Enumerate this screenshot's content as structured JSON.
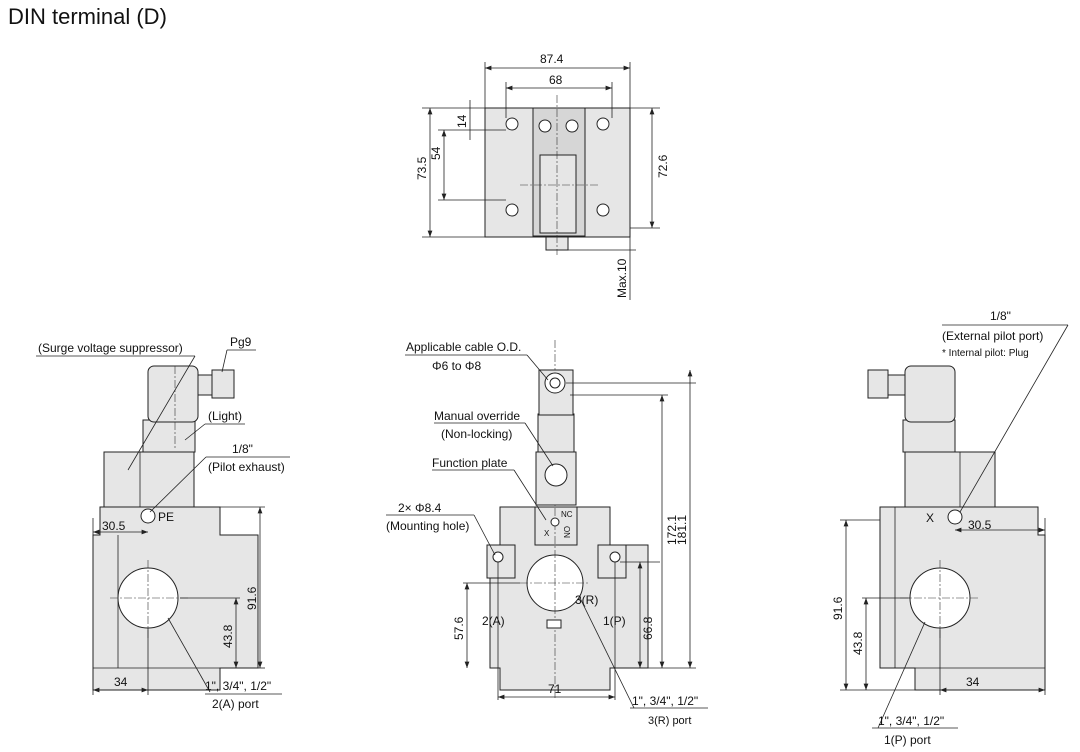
{
  "title": "DIN terminal (D)",
  "top_view": {
    "dims": {
      "w_outer": "87.4",
      "w_inner": "68",
      "h_left_outer": "73.5",
      "h_left_inner": "54",
      "h_top": "14",
      "h_right": "72.6",
      "max": "Max.10"
    }
  },
  "left_view": {
    "labels": {
      "surge": "(Surge voltage suppressor)",
      "pg9": "Pg9",
      "light": "(Light)",
      "pilot_size": "1/8\"",
      "pilot_exhaust": "(Pilot exhaust)",
      "pe": "PE",
      "port_size": "1\", 3/4\", 1/2\"",
      "port": "2(A) port"
    },
    "dims": {
      "d1": "30.5",
      "d2": "91.6",
      "d3": "43.8",
      "d4": "34"
    }
  },
  "center_view": {
    "labels": {
      "cable": "Applicable cable O.D.",
      "cable_range": "Φ6 to Φ8",
      "manual": "Manual override",
      "manual_sub": "(Non-locking)",
      "function_plate": "Function plate",
      "mount": "2× Φ8.4",
      "mount_sub": "(Mounting hole)",
      "port_a": "2(A)",
      "port_p": "1(P)",
      "port_r": "3(R)",
      "nc": "NC",
      "no": "NO",
      "x": "X",
      "port_size": "1\", 3/4\", 1/2\"",
      "port": "3(R) port"
    },
    "dims": {
      "h1": "172.1",
      "h2": "181.1",
      "h3": "57.6",
      "h4": "66.8",
      "w": "71"
    }
  },
  "right_view": {
    "labels": {
      "pilot_size": "1/8\"",
      "ext_pilot": "(External pilot port)",
      "note": "* Internal pilot: Plug",
      "x": "X",
      "port_size": "1\", 3/4\", 1/2\"",
      "port": "1(P) port"
    },
    "dims": {
      "d1": "30.5",
      "d2": "91.6",
      "d3": "43.8",
      "d4": "34"
    }
  }
}
